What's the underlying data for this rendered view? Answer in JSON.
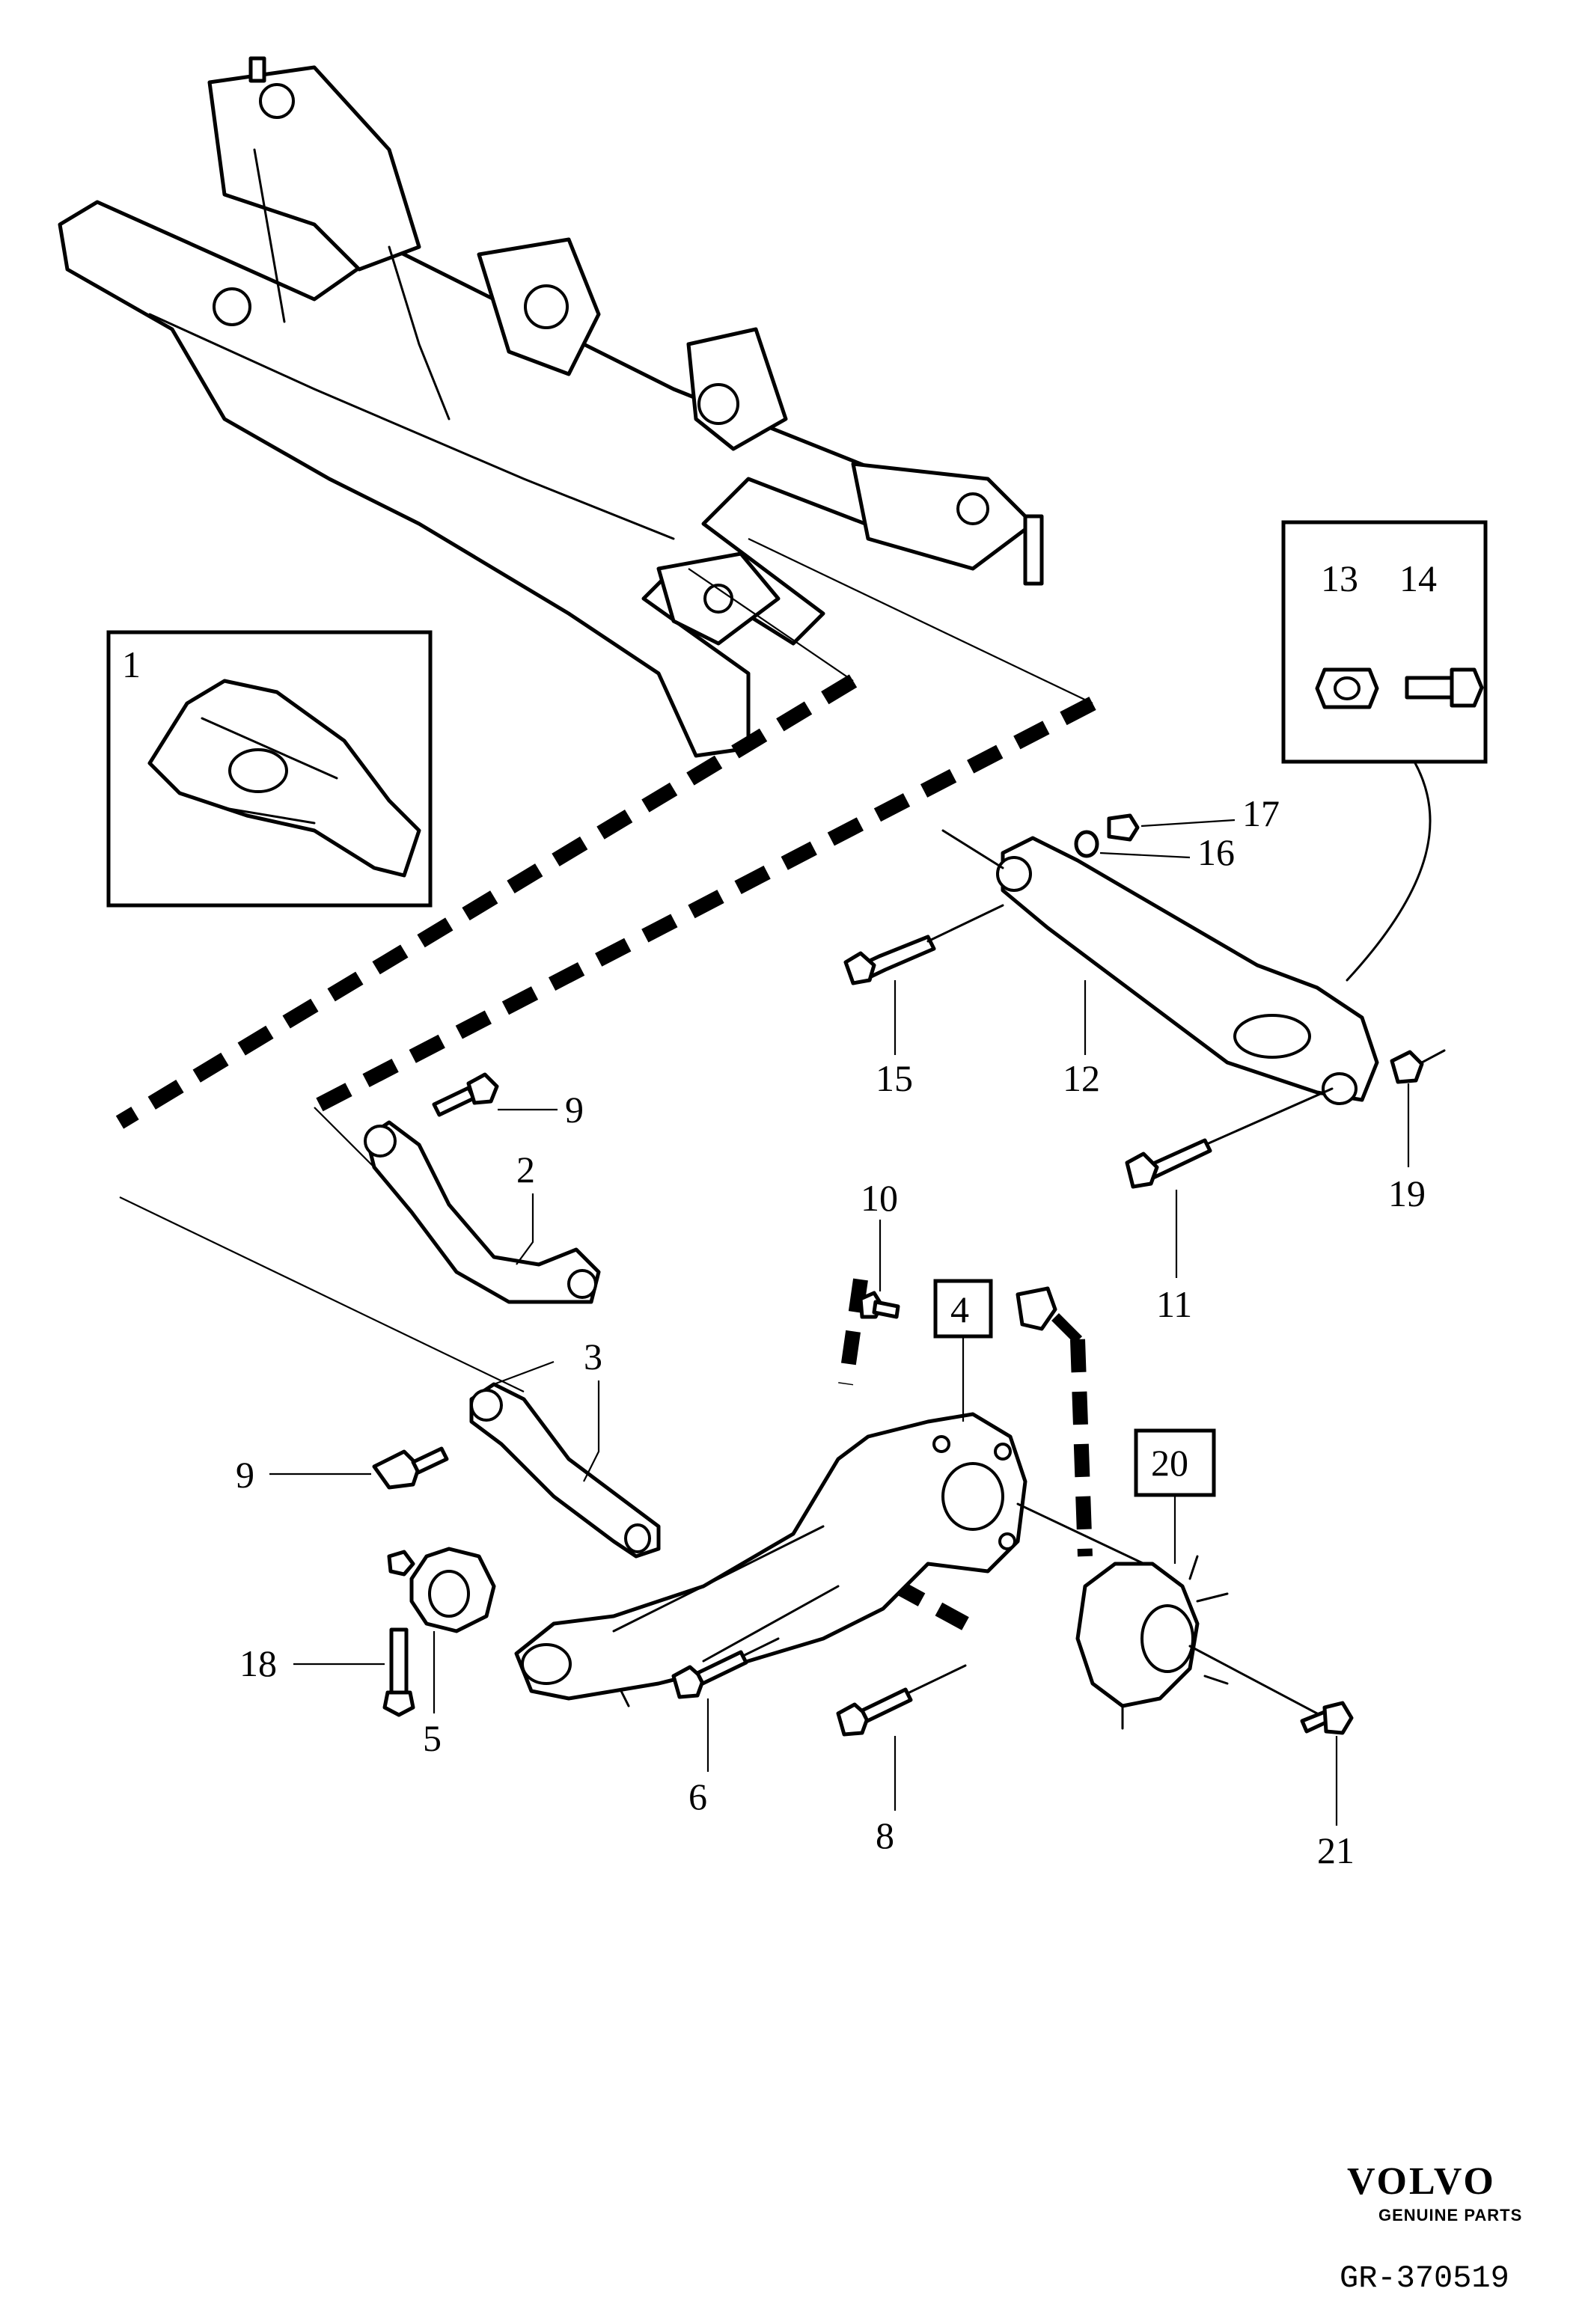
{
  "callouts": {
    "c1": "1",
    "c2": "2",
    "c3": "3",
    "c4": "4",
    "c5": "5",
    "c6": "6",
    "c8": "8",
    "c9a": "9",
    "c9b": "9",
    "c10": "10",
    "c11": "11",
    "c12": "12",
    "c13": "13",
    "c14": "14",
    "c15": "15",
    "c16": "16",
    "c17": "17",
    "c18": "18",
    "c19": "19",
    "c20": "20",
    "c21": "21"
  },
  "brand": {
    "name": "VOLVO",
    "tagline": "GENUINE PARTS"
  },
  "reference": "GR-370519"
}
